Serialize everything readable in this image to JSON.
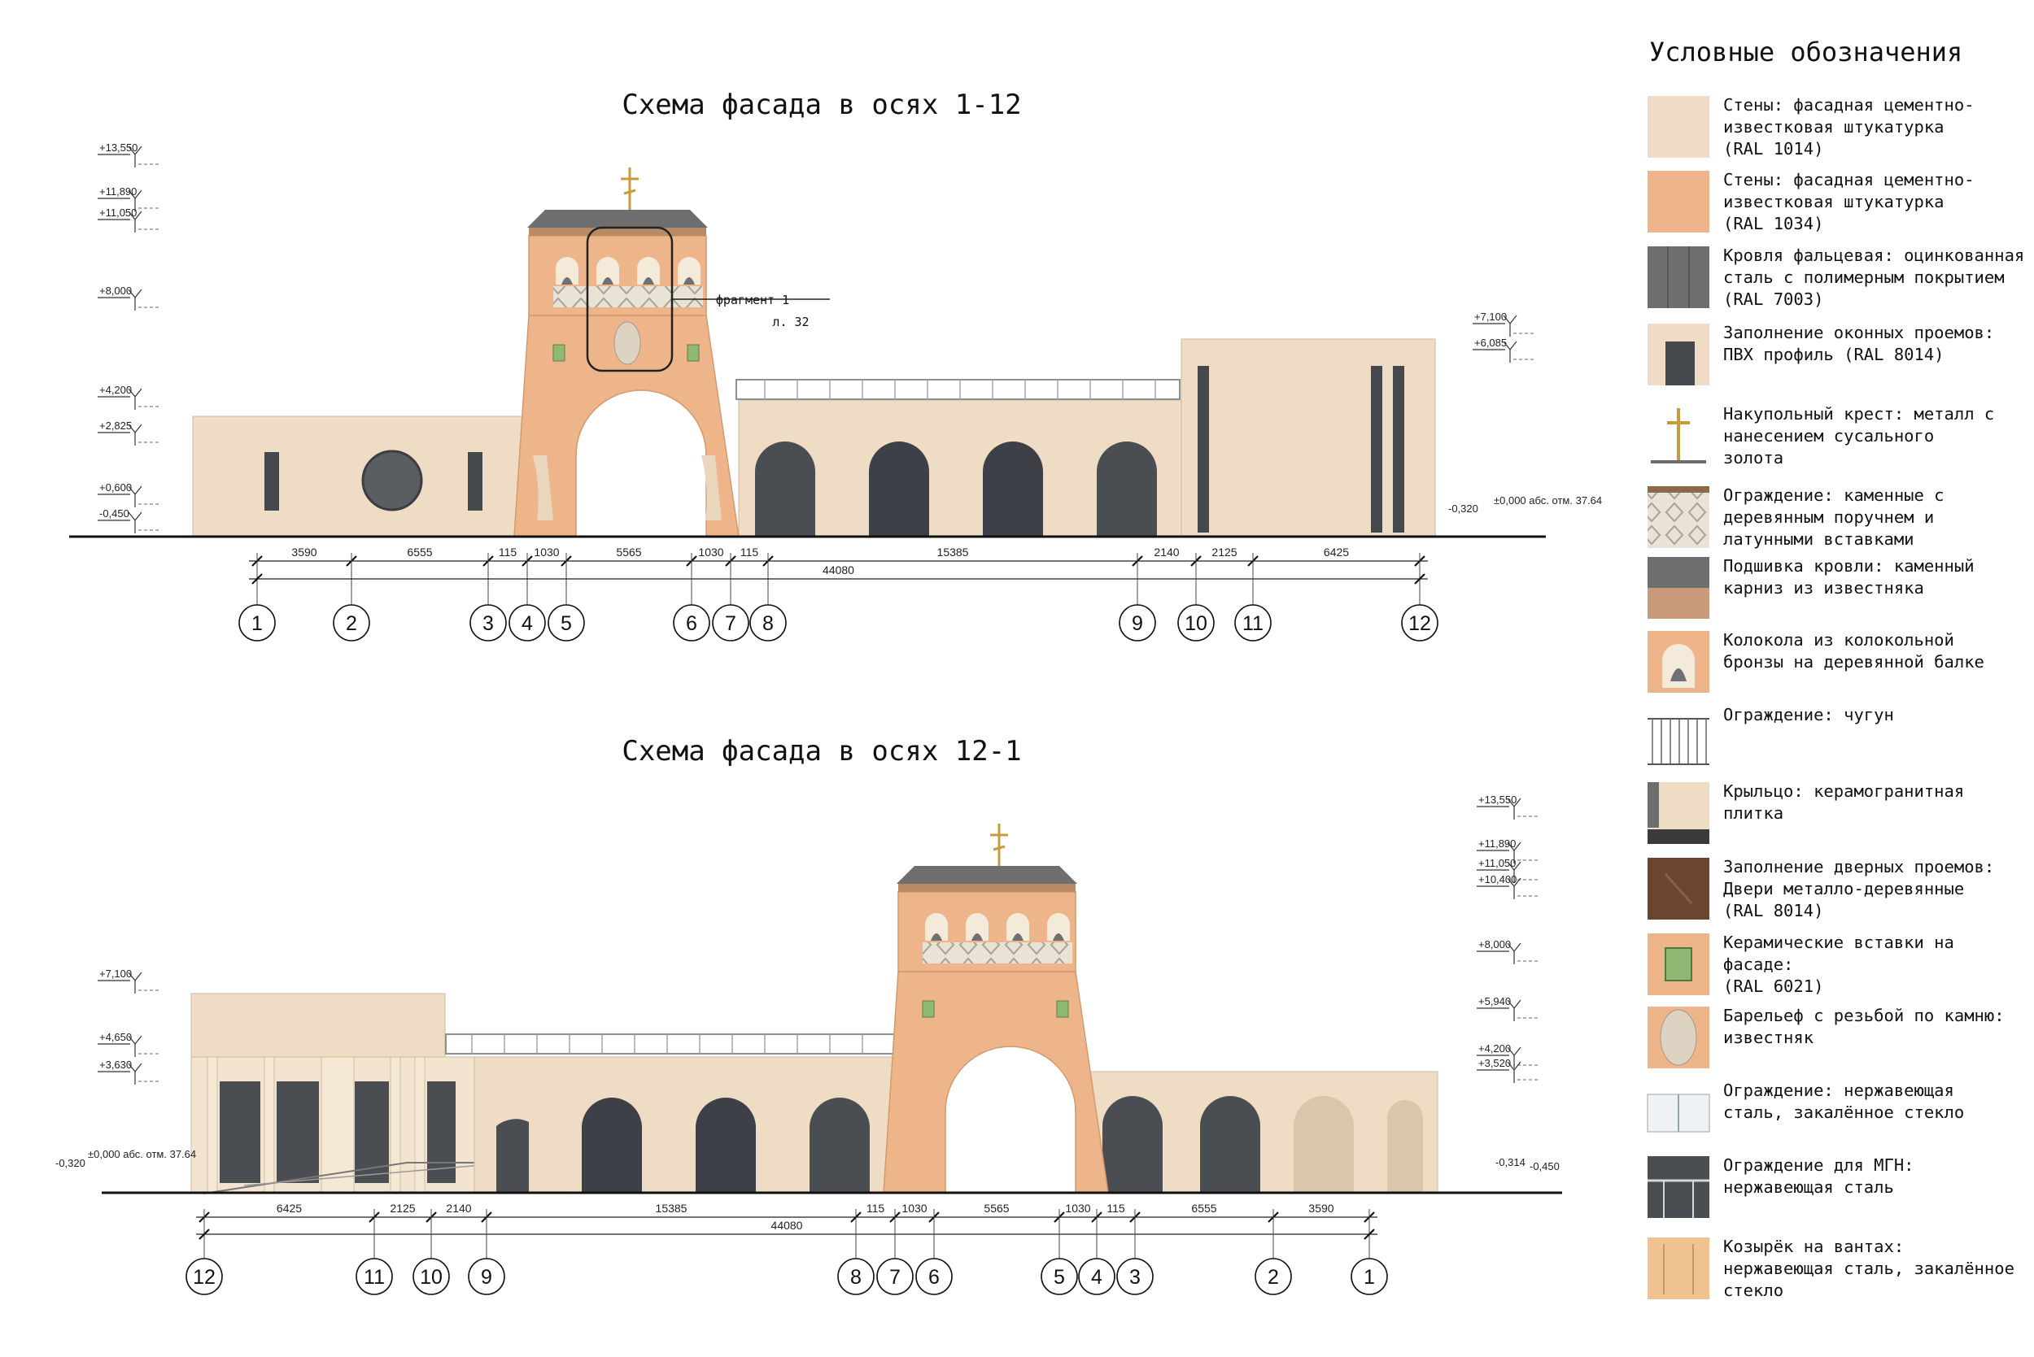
{
  "titles": {
    "top": "Схема фасада в осях 1-12",
    "bottom": "Схема фасада в осях 12-1",
    "legend": "Условные обозначения"
  },
  "fragment": {
    "label": "фрагмент 1",
    "sheet": "л. 32"
  },
  "ground_top": {
    "elev": "-0,320",
    "abs": "±0,000 абс. отм. 37.64"
  },
  "ground_bottom": {
    "elev": "-0,320",
    "abs": "±0,000 абс. отм. 37.64",
    "right1": "-0,314",
    "right2": "-0,450"
  },
  "top_elevations": [
    "+13,550",
    "+11,890",
    "+11,050",
    "+8,000",
    "+4,200",
    "+2,825",
    "+0,600",
    "-0,450"
  ],
  "top_right_elevations": [
    "+7,100",
    "+6,085"
  ],
  "bottom_left_elevations": [
    "+7,100",
    "+4,650",
    "+3,630"
  ],
  "bottom_right_elevations": [
    "+13,550",
    "+11,890",
    "+11,050",
    "+10,400",
    "+8,000",
    "+5,940",
    "+4,200",
    "+3,520"
  ],
  "top_dims": [
    "3590",
    "6555",
    "115",
    "1030",
    "5565",
    "1030",
    "115",
    "15385",
    "2140",
    "2125",
    "6425"
  ],
  "top_total": "44080",
  "top_axes": [
    "1",
    "2",
    "3",
    "4",
    "5",
    "6",
    "7",
    "8",
    "9",
    "10",
    "11",
    "12"
  ],
  "bottom_dims": [
    "6425",
    "2125",
    "2140",
    "15385",
    "115",
    "1030",
    "5565",
    "1030",
    "115",
    "6555",
    "3590"
  ],
  "bottom_total": "44080",
  "bottom_axes": [
    "12",
    "11",
    "10",
    "9",
    "8",
    "7",
    "6",
    "5",
    "4",
    "3",
    "2",
    "1"
  ],
  "colors": {
    "wall_light": "#efdcc4",
    "wall_orange": "#eeb48a",
    "roof": "#6d6e6d",
    "window": "#45484c",
    "gold": "#c79a3c",
    "ceramic": "#8fb873",
    "door": "#6b4531"
  },
  "legend": [
    {
      "l1": "Стены: фасадная цементно-",
      "l2": "известковая штукатурка",
      "l3": "(RAL 1014)",
      "icon": "wall-light-swatch"
    },
    {
      "l1": "Стены: фасадная цементно-",
      "l2": "известковая штукатурка",
      "l3": "(RAL 1034)",
      "icon": "wall-orange-swatch"
    },
    {
      "l1": "Кровля фальцевая: оцинкованная",
      "l2": "сталь с полимерным покрытием",
      "l3": "(RAL 7003)",
      "icon": "roof-swatch"
    },
    {
      "l1": "Заполнение оконных проемов:",
      "l2": "ПВХ профиль (RAL 8014)",
      "l3": "",
      "icon": "window-swatch"
    },
    {
      "l1": "Накупольный крест: металл с",
      "l2": "нанесением сусального",
      "l3": "золота",
      "icon": "cross-swatch"
    },
    {
      "l1": "Ограждение: каменные с",
      "l2": "деревянным поручнем и",
      "l3": "латунными вставками",
      "icon": "stone-fence-swatch"
    },
    {
      "l1": "Подшивка кровли: каменный",
      "l2": "карниз из известняка",
      "l3": "",
      "icon": "cornice-swatch"
    },
    {
      "l1": "Колокола из колокольной",
      "l2": "бронзы на деревянной балке",
      "l3": "",
      "icon": "bell-swatch"
    },
    {
      "l1": "Ограждение: чугун",
      "l2": "",
      "l3": "",
      "icon": "iron-fence-swatch"
    },
    {
      "l1": "Крыльцо: керамогранитная",
      "l2": "плитка",
      "l3": "",
      "icon": "porch-swatch"
    },
    {
      "l1": "Заполнение дверных проемов:",
      "l2": "Двери металло-деревянные",
      "l3": "(RAL 8014)",
      "icon": "door-swatch"
    },
    {
      "l1": "Керамические вставки на",
      "l2": "фасаде:",
      "l3": "(RAL 6021)",
      "icon": "ceramic-swatch"
    },
    {
      "l1": "Барельеф с резьбой по камню:",
      "l2": "известняк",
      "l3": "",
      "icon": "relief-swatch"
    },
    {
      "l1": "Ограждение: нержавеющая",
      "l2": "сталь, закалённое стекло",
      "l3": "",
      "icon": "glass-fence-swatch"
    },
    {
      "l1": "Ограждение для МГН:",
      "l2": "нержавеющая сталь",
      "l3": "",
      "icon": "mgn-fence-swatch"
    },
    {
      "l1": "Козырёк на вантах:",
      "l2": "нержавеющая сталь, закалённое",
      "l3": "стекло",
      "icon": "canopy-swatch"
    }
  ]
}
